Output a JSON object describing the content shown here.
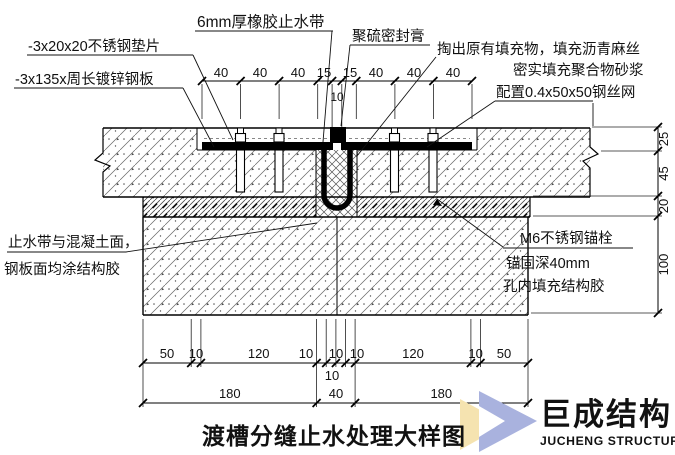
{
  "title": "渡槽分缝止水处理大样图",
  "labels": {
    "gasket": "-3x20x20不锈钢垫片",
    "plate": "-3x135x周长镀锌钢板",
    "waterstop": "6mm厚橡胶止水带",
    "sealant": "聚硫密封膏",
    "dig_fill": "掏出原有填充物，填充沥青麻丝",
    "mortar": "密实填充聚合物砂浆",
    "mesh": "配置0.4x50x50钢丝网",
    "m6_1": "M6不锈钢锚栓",
    "m6_2": "锚固深40mm",
    "m6_3": "孔内填充结构胶",
    "glue_1": "止水带与混凝土面，",
    "glue_2": "钢板面均涂结构胶"
  },
  "dims": {
    "top": [
      "40",
      "40",
      "40",
      "15",
      "15",
      "40",
      "40",
      "40"
    ],
    "top_gap": "10",
    "b1": [
      "50",
      "10",
      "120",
      "10",
      "10",
      "10",
      "10",
      "120",
      "10",
      "50"
    ],
    "b2": [
      "180",
      "40",
      "180"
    ],
    "right": [
      "25",
      "45",
      "20",
      "100"
    ]
  },
  "logo": {
    "name_cn": "巨成结构",
    "name_en": "JUCHENG STRUCTURE",
    "blue": "#a9b2de",
    "yellow": "#f5e3b0"
  }
}
